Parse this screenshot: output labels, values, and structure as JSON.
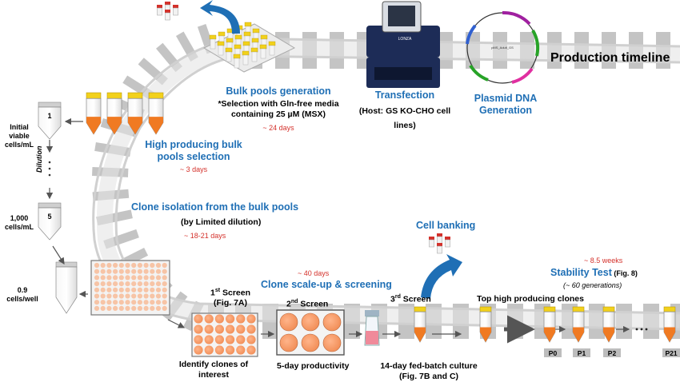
{
  "title": "Production timeline",
  "steps": {
    "plasmid": {
      "title_line1": "Plasmid DNA",
      "title_line2": "Generation",
      "map_label": "pMS_Adult_GS"
    },
    "transfection": {
      "title": "Transfection",
      "note_line1": "(Host: GS KO-CHO cell",
      "note_line2": "lines)",
      "device_brand": "LONZA"
    },
    "bulk_generation": {
      "title": "Bulk pools generation",
      "note_line1": "*Selection with Gln-free media",
      "note_line2": "containing 25 µM (MSX)",
      "duration": "~ 24 days"
    },
    "bulk_selection": {
      "title_line1": "High producing bulk",
      "title_line2": "pools selection",
      "duration": "~ 3 days"
    },
    "clone_isolation": {
      "title": "Clone isolation from the bulk pools",
      "note": "(by Limited dilution)",
      "duration": "~ 18-21 days"
    },
    "cell_banking": {
      "title": "Cell banking"
    },
    "scale_up": {
      "duration": "~ 40 days",
      "title": "Clone scale-up & screening"
    },
    "first_screen": {
      "title": "1st Screen",
      "title_base": "1",
      "title_sup": "st",
      "title_rest": " Screen",
      "ref": "(Fig. 7A)",
      "caption_line1": "Identify clones of",
      "caption_line2": "interest"
    },
    "second_screen": {
      "title_base": "2",
      "title_sup": "nd",
      "title_rest": " Screen",
      "caption": "5-day productivity"
    },
    "third_screen": {
      "title_base": "3",
      "title_sup": "rd",
      "title_rest": " Screen",
      "caption_line1": "14-day fed-batch culture",
      "caption_line2": "(Fig. 7B and C)"
    },
    "top_clones": {
      "title": "Top  high producing clones"
    },
    "stability": {
      "duration": "~ 8.5 weeks",
      "title": "Stability Test",
      "ref": " (Fig. 8)",
      "generations": "(~ 60 generations)",
      "passages": [
        "P0",
        "P1",
        "P2",
        "P21"
      ]
    }
  },
  "dilution": {
    "label": "Dilution",
    "tube_top": "1",
    "tube_mid": "5",
    "left_labels": {
      "initial_line1": "Initial",
      "initial_line2": "viable",
      "initial_line3": "cells/mL",
      "mid_line1": "1,000",
      "mid_line2": "cells/mL",
      "low_line1": "0.9",
      "low_line2": "cells/well"
    }
  },
  "colors": {
    "accent_blue": "#1f6fb5",
    "duration_red": "#d4312b",
    "tube_orange": "#f07a22",
    "cap_yellow": "#f2d11b",
    "track_gray": "#e4e4e4",
    "tie_gray": "#c4c4c4"
  }
}
